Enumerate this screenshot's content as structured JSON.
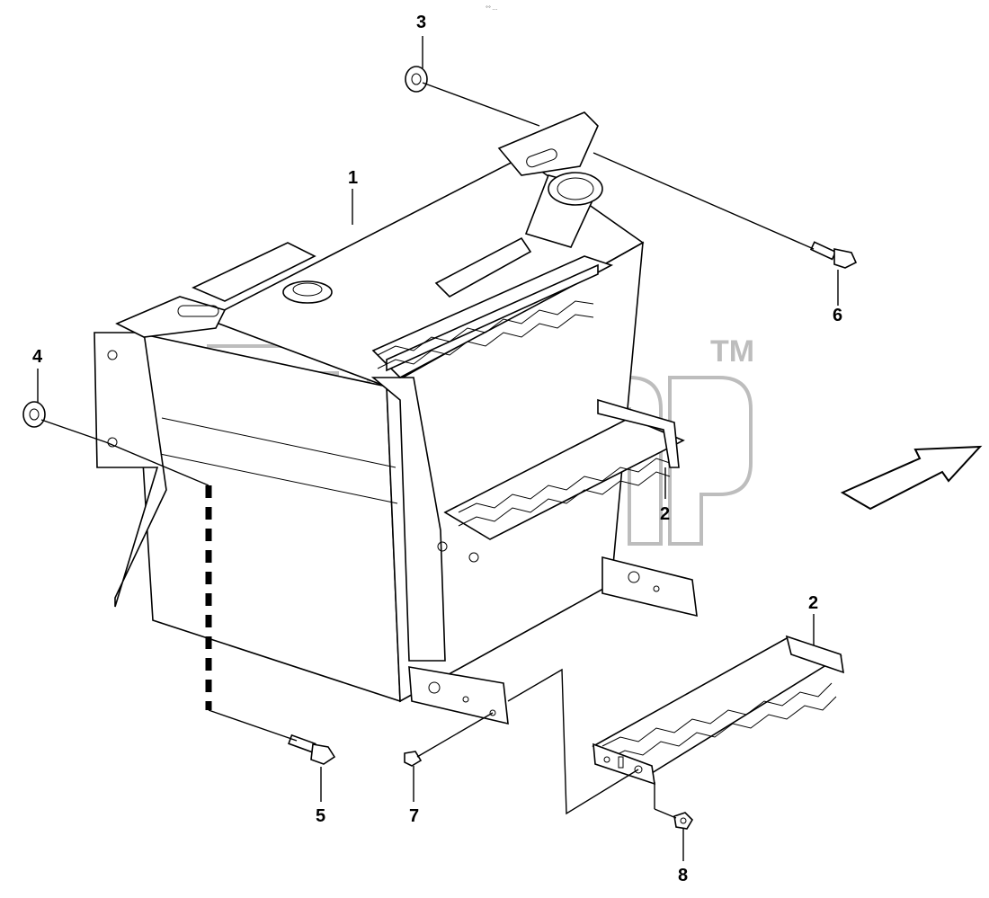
{
  "corner_mark": "°° …",
  "watermark": {
    "text": "aMap",
    "tm": "TM"
  },
  "callouts": {
    "c1": "1",
    "c2a": "2",
    "c2b": "2",
    "c3": "3",
    "c4": "4",
    "c5": "5",
    "c6": "6",
    "c7": "7",
    "c8": "8"
  },
  "icons": {
    "direction": "front-direction-arrow-icon"
  },
  "colors": {
    "line": "#000000",
    "watermark": "#bdbdbd",
    "background": "#ffffff"
  }
}
